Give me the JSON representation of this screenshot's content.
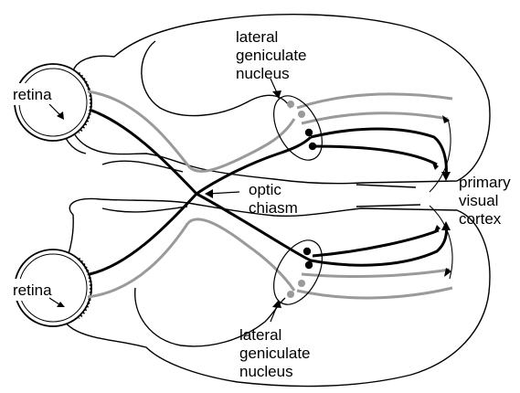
{
  "diagram": {
    "labels": {
      "retina_top": "retina",
      "retina_bottom": "retina",
      "lgn_top": [
        "lateral",
        "geniculate",
        "nucleus"
      ],
      "lgn_bottom": [
        "lateral",
        "geniculate",
        "nucleus"
      ],
      "optic_chiasm": [
        "optic",
        "chiasm"
      ],
      "primary_visual_cortex": [
        "primary",
        "visual",
        "cortex"
      ]
    },
    "colors": {
      "ink": "#000000",
      "gray_pathway": "#9a9a9a",
      "background": "#ffffff"
    }
  }
}
